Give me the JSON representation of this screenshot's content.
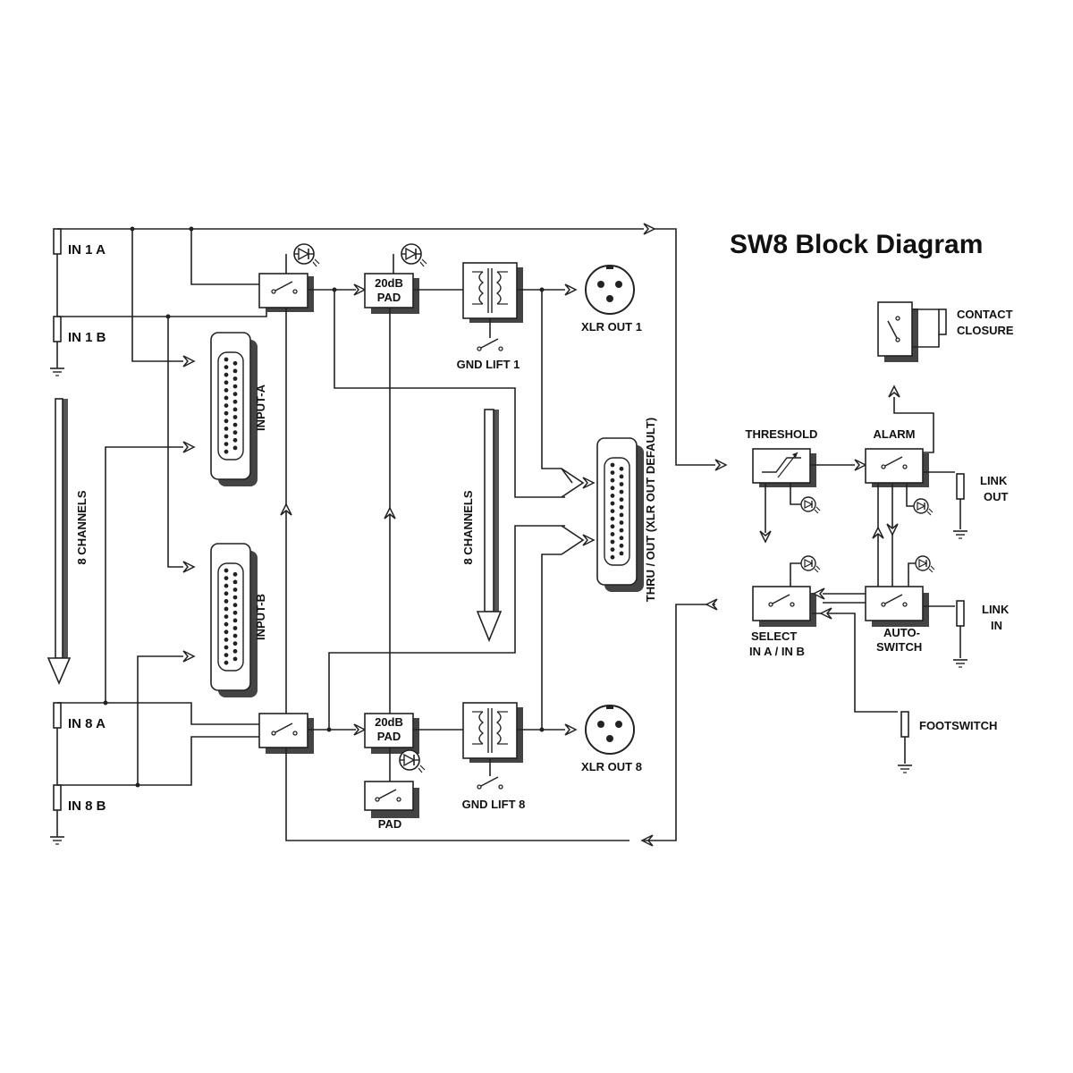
{
  "title": "SW8 Block Diagram",
  "inputs": {
    "in_1a": "IN 1 A",
    "in_1b": "IN 1 B",
    "in_8a": "IN 8 A",
    "in_8b": "IN 8 B"
  },
  "channels_left": "8 CHANNELS",
  "channels_mid": "8 CHANNELS",
  "connectors": {
    "input_a": "INPUT-A",
    "input_b": "INPUT-B",
    "thru_out": "THRU / OUT  (XLR OUT DEFAULT)"
  },
  "pad_top": [
    "20dB",
    "PAD"
  ],
  "pad_bottom": [
    "20dB",
    "PAD"
  ],
  "pad_switch": "PAD",
  "gnd_lift_1": "GND LIFT 1",
  "gnd_lift_8": "GND LIFT 8",
  "xlr_out_1": "XLR OUT 1",
  "xlr_out_8": "XLR OUT 8",
  "threshold": "THRESHOLD",
  "alarm": "ALARM",
  "contact_closure": [
    "CONTACT",
    "CLOSURE"
  ],
  "link_out": [
    "LINK",
    "OUT"
  ],
  "link_in": [
    "LINK",
    "IN"
  ],
  "select": [
    "SELECT",
    "IN A / IN B"
  ],
  "auto_switch": [
    "AUTO-",
    "SWITCH"
  ],
  "footswitch": "FOOTSWITCH"
}
